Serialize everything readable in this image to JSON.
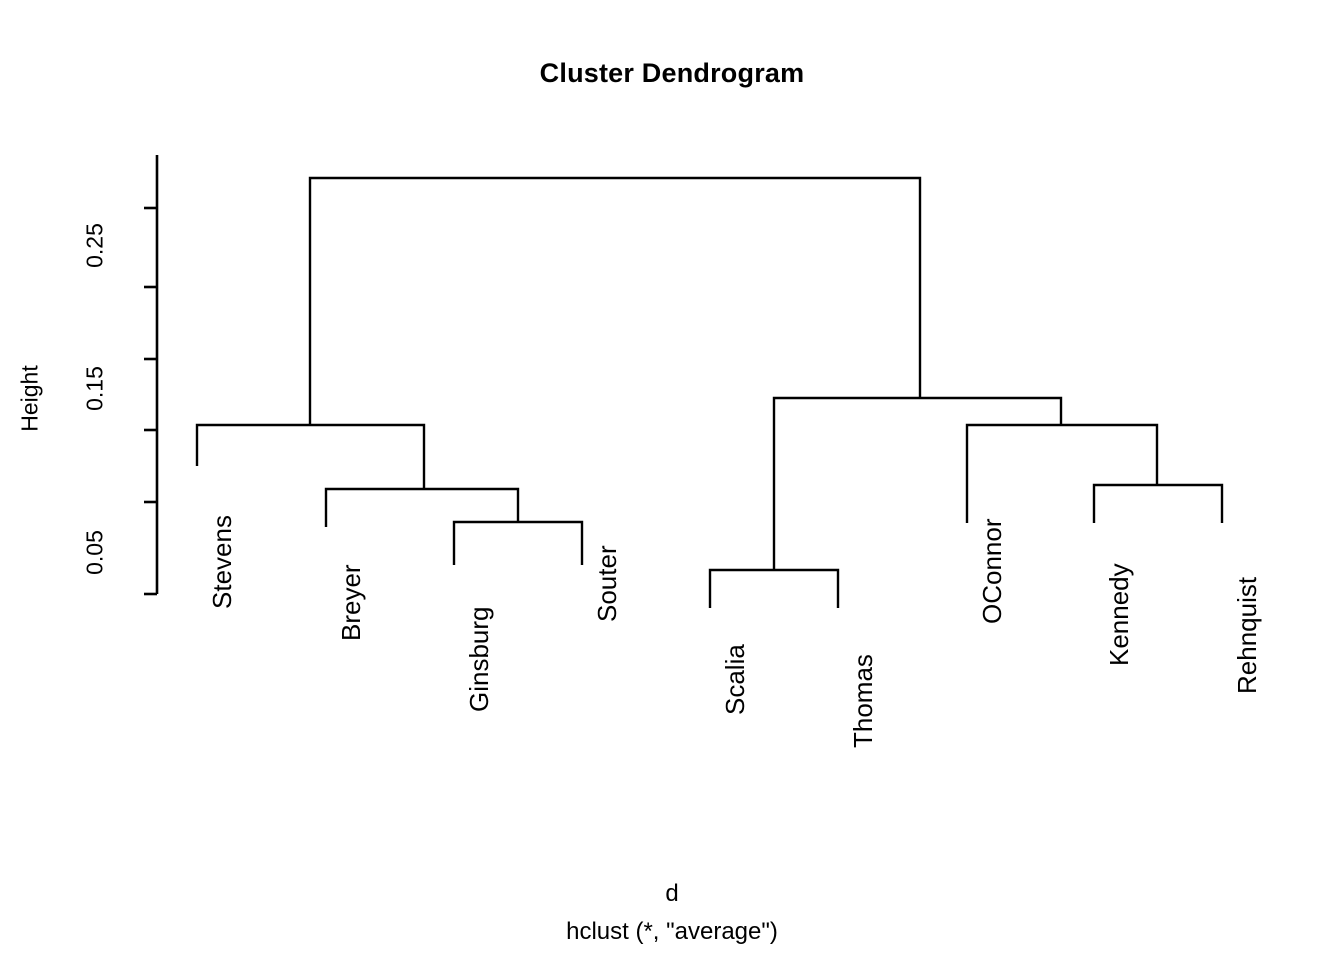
{
  "title": "Cluster Dendrogram",
  "axis": {
    "ylabel": "Height",
    "tick_labels": [
      "0.25",
      "0.15",
      "0.05"
    ],
    "xlabel_main": "d",
    "xlabel_sub": "hclust (*, \"average\")"
  },
  "colors": {
    "line": "#000000",
    "background": "#ffffff"
  },
  "chart_data": {
    "type": "dendrogram",
    "title": "Cluster Dendrogram",
    "xlabel": "d",
    "sublabel": "hclust (*, \"average\")",
    "ylabel": "Height",
    "method": "average",
    "distance_object": "d",
    "grid": false,
    "legend": "none",
    "ylim": [
      0.05,
      0.341
    ],
    "yticks": [
      0.05,
      0.1,
      0.15,
      0.2,
      0.25,
      0.3
    ],
    "ytick_labels_shown": [
      "0.05",
      "0.15",
      "0.25"
    ],
    "leaves": [
      "Stevens",
      "Breyer",
      "Ginsburg",
      "Souter",
      "Scalia",
      "Thomas",
      "OConnor",
      "Kennedy",
      "Rehnquist"
    ],
    "leaf_order": [
      "Stevens",
      "Breyer",
      "Ginsburg",
      "Souter",
      "Scalia",
      "Thomas",
      "OConnor",
      "Kennedy",
      "Rehnquist"
    ],
    "merges": [
      {
        "id": "m1",
        "left": "Scalia",
        "right": "Thomas",
        "height": 0.052
      },
      {
        "id": "m2",
        "left": "Ginsburg",
        "right": "Souter",
        "height": 0.085
      },
      {
        "id": "m3",
        "left": "Breyer",
        "right": "m2",
        "height": 0.109
      },
      {
        "id": "m4",
        "left": "Kennedy",
        "right": "Rehnquist",
        "height": 0.111
      },
      {
        "id": "m5",
        "left": "Stevens",
        "right": "m3",
        "height": 0.154
      },
      {
        "id": "m6",
        "left": "OConnor",
        "right": "m4",
        "height": 0.154
      },
      {
        "id": "m7",
        "left": "m1",
        "right": "m6",
        "height": 0.172
      },
      {
        "id": "m8",
        "left": "m5",
        "right": "m7",
        "height": 0.341
      }
    ]
  },
  "leaf_labels": {
    "l0": "Stevens",
    "l1": "Breyer",
    "l2": "Ginsburg",
    "l3": "Souter",
    "l4": "Scalia",
    "l5": "Thomas",
    "l6": "OConnor",
    "l7": "Kennedy",
    "l8": "Rehnquist"
  },
  "ytick": {
    "t0": "0.25",
    "t1": "0.15",
    "t2": "0.05"
  }
}
